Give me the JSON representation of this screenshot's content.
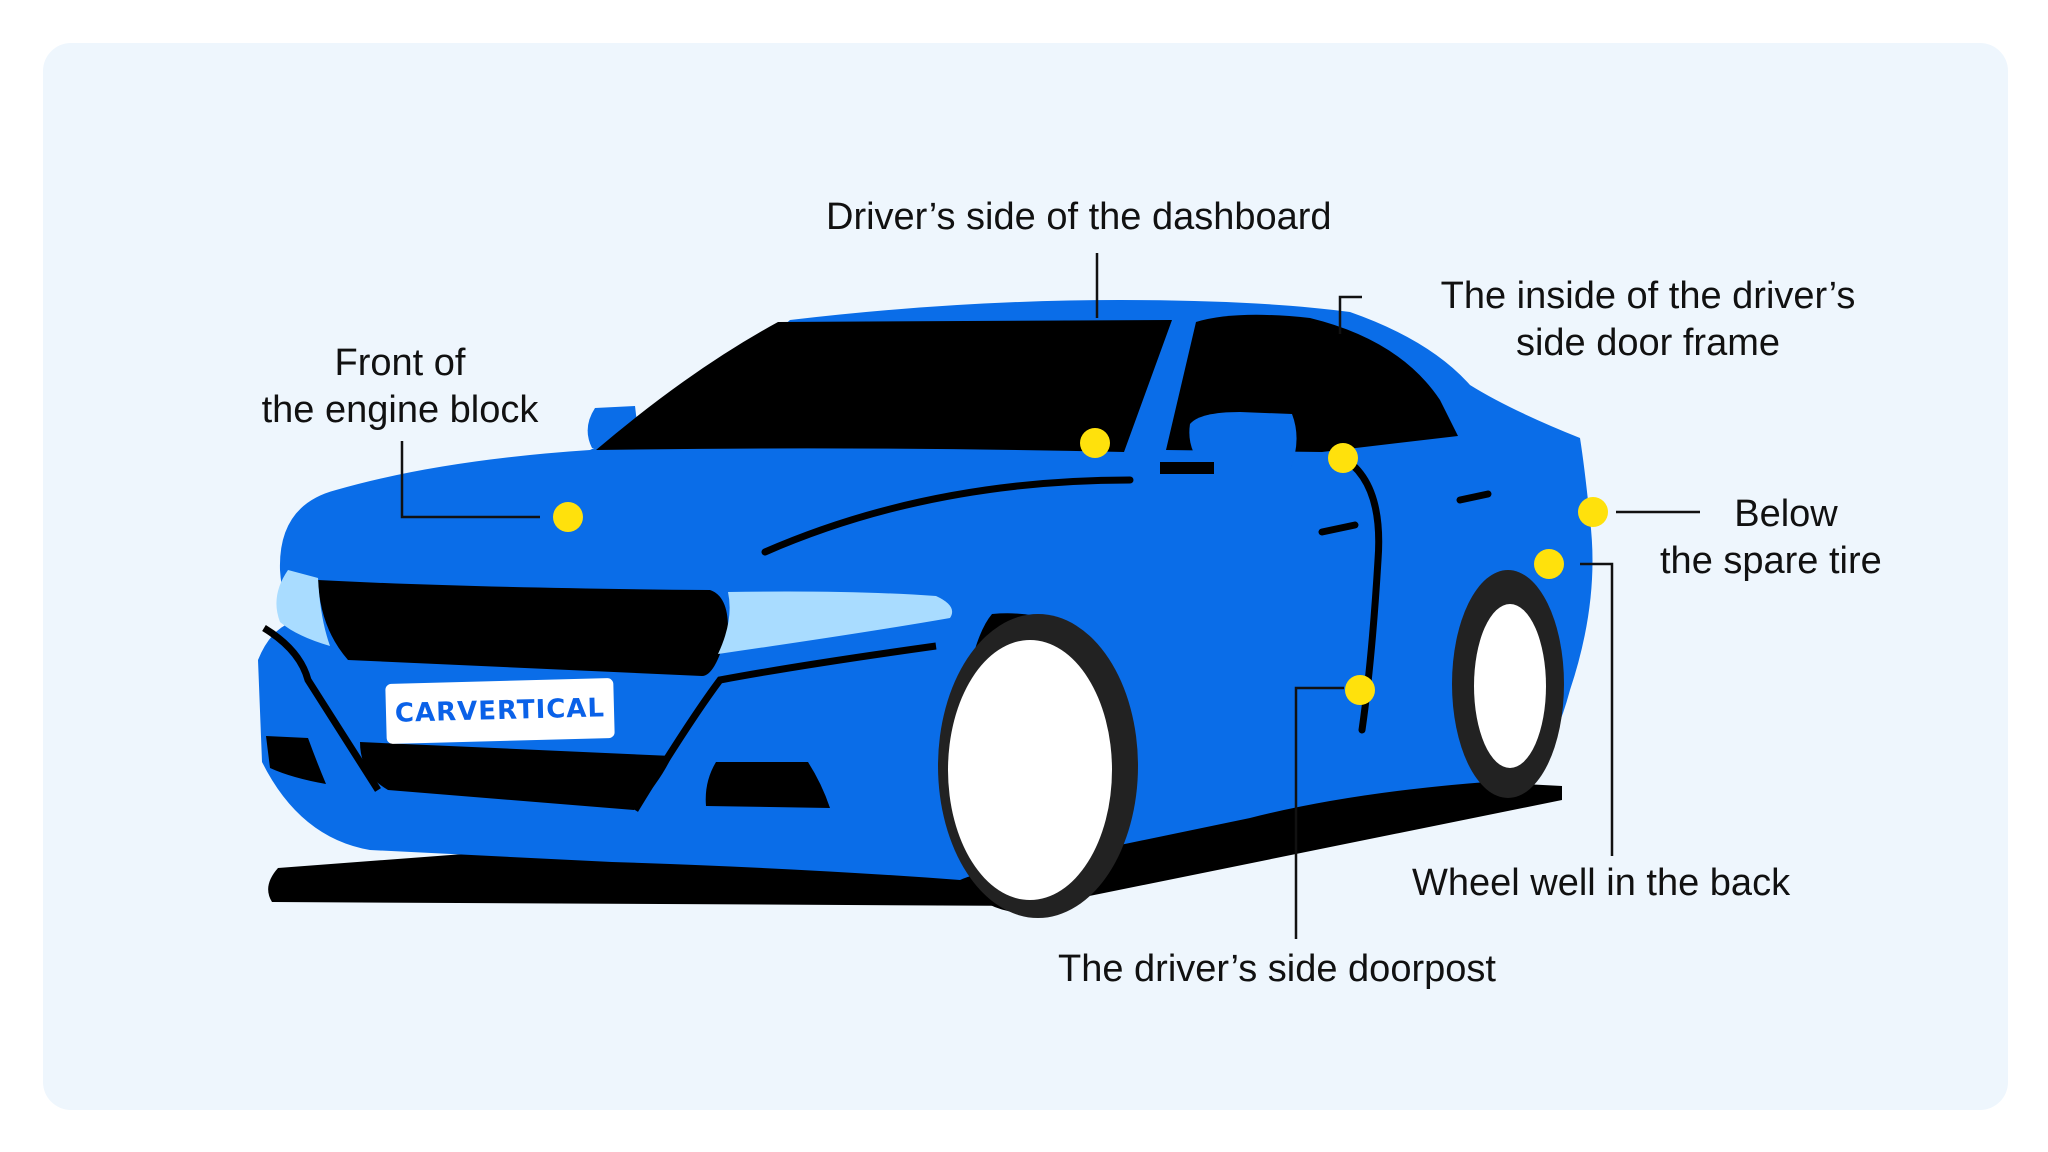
{
  "colors": {
    "background_panel": "#eef6fd",
    "car_body": "#0a6de8",
    "windows": "#000000",
    "headlight": "#a9dcff",
    "marker": "#ffe10c",
    "brand_text": "#0a61e8"
  },
  "brand": {
    "plate_text": "CARVERTICAL"
  },
  "labels": {
    "dashboard": "Driver’s side of the dashboard",
    "door_frame_line1": "The inside of the driver’s",
    "door_frame_line2": "side door frame",
    "engine_line1": "Front of",
    "engine_line2": "the engine block",
    "spare_line1": "Below",
    "spare_line2": "the spare tire",
    "wheel_well": "Wheel well in the back",
    "doorpost": "The driver’s side doorpost"
  }
}
